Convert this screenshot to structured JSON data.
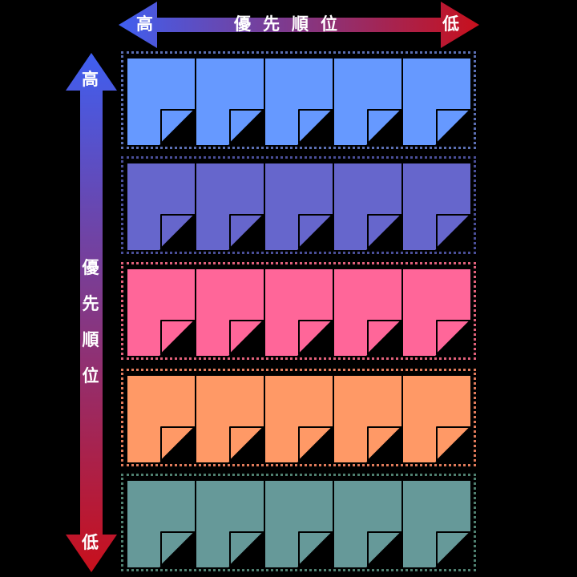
{
  "horizontal_arrow": {
    "high": "高",
    "title": "優先順位",
    "low": "低"
  },
  "vertical_arrow": {
    "high": "高",
    "title": "優先順位",
    "low": "低"
  },
  "arrow_colors": {
    "high": "#3f5ff0",
    "low": "#c8101c"
  },
  "groups": [
    {
      "fill": "#6699ff",
      "border": "#5b6fb3",
      "count": 5
    },
    {
      "fill": "#6666cc",
      "border": "#4a4f99",
      "count": 5
    },
    {
      "fill": "#ff6699",
      "border": "#e0607a",
      "count": 5
    },
    {
      "fill": "#ff9966",
      "border": "#e07a5a",
      "count": 5
    },
    {
      "fill": "#669999",
      "border": "#4f8070",
      "count": 5
    }
  ]
}
